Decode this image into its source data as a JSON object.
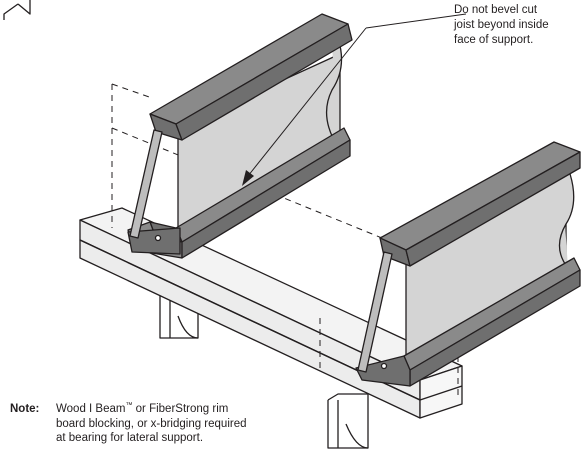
{
  "callout": {
    "lines": [
      "Do not bevel cut",
      "joist beyond inside",
      "face of support."
    ]
  },
  "note": {
    "label": "Note:",
    "line1_pre": "Wood I Beam",
    "line1_tm": "™",
    "line1_post": " or FiberStrong rim",
    "line2": "board blocking, or x-bridging required",
    "line3": "at bearing for lateral support."
  },
  "colors": {
    "flange_dark": "#6f6f6f",
    "flange_top": "#8a8a8a",
    "web_gray": "#d4d4d4",
    "beam_light": "#ececec",
    "outline": "#231f20"
  }
}
